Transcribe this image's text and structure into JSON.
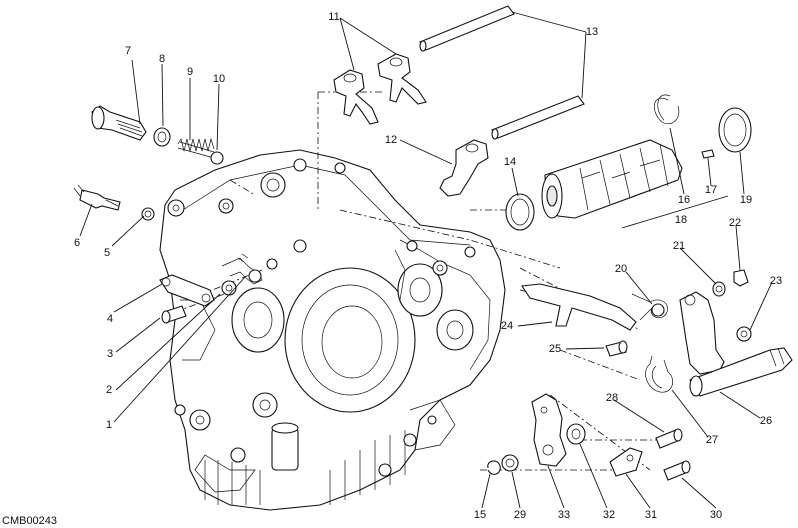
{
  "drawing_code": "CMB00243",
  "callouts": {
    "c1": "1",
    "c2": "2",
    "c3": "3",
    "c4": "4",
    "c5": "5",
    "c6": "6",
    "c7": "7",
    "c8": "8",
    "c9": "9",
    "c10": "10",
    "c11": "11",
    "c12": "12",
    "c13": "13",
    "c14": "14",
    "c15": "15",
    "c16": "16",
    "c17": "17",
    "c18": "18",
    "c19": "19",
    "c20": "20",
    "c21": "21",
    "c22": "22",
    "c23": "23",
    "c24": "24",
    "c25": "25",
    "c26": "26",
    "c27": "27",
    "c28": "28",
    "c29": "29",
    "c30": "30",
    "c31": "31",
    "c32": "32",
    "c33": "33"
  }
}
